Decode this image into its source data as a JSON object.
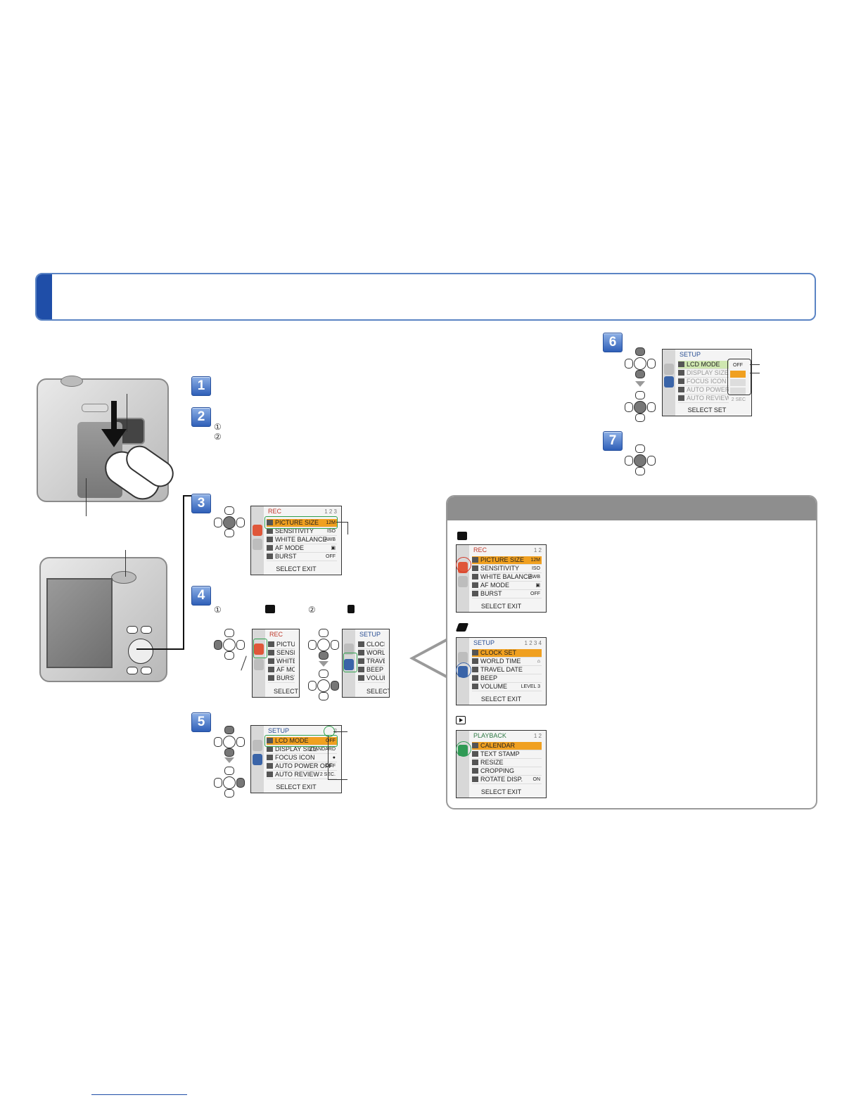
{
  "steps": [
    "1",
    "2",
    "3",
    "4",
    "5",
    "6",
    "7"
  ],
  "circled": [
    "①",
    "②"
  ],
  "rec_menu": {
    "header": "REC",
    "page": "1 2 3",
    "items": [
      {
        "label": "PICTURE SIZE",
        "value": "12M"
      },
      {
        "label": "SENSITIVITY",
        "value": "ISO"
      },
      {
        "label": "WHITE BALANCE",
        "value": "AWB"
      },
      {
        "label": "AF MODE",
        "value": "▣"
      },
      {
        "label": "BURST",
        "value": "OFF"
      }
    ],
    "footer": "SELECT  EXIT"
  },
  "rec_menu_cropped": {
    "header": "REC",
    "items": [
      "PICTUR",
      "SENSIT",
      "WHITE",
      "AF MO",
      "BURST"
    ],
    "footer": "SELECT"
  },
  "setup_menu_cropped": {
    "header": "SETUP",
    "items": [
      "CLOCK",
      "WORLD",
      "TRAVEL",
      "BEEP",
      "VOLUM"
    ],
    "footer": "SELECT"
  },
  "setup_menu_p2": {
    "header": "SETUP",
    "page": "2",
    "items": [
      {
        "label": "LCD MODE",
        "value": "OFF"
      },
      {
        "label": "DISPLAY SIZE",
        "value": "STANDARD"
      },
      {
        "label": "FOCUS ICON",
        "value": "●"
      },
      {
        "label": "AUTO POWER OFF",
        "value": "OFF"
      },
      {
        "label": "AUTO REVIEW",
        "value": "2 SEC."
      }
    ],
    "footer": "SELECT  EXIT"
  },
  "setup_menu_step6": {
    "header": "SETUP",
    "items": [
      "LCD MODE",
      "DISPLAY SIZE",
      "FOCUS ICON",
      "AUTO POWER O",
      "AUTO REVIEW"
    ],
    "options": [
      "OFF",
      "",
      "",
      ""
    ],
    "review_value": "2 SEC",
    "footer": "SELECT  SET"
  },
  "panel": {
    "rec": {
      "header": "REC",
      "page": "1 2",
      "items": [
        {
          "label": "PICTURE SIZE",
          "value": "12M"
        },
        {
          "label": "SENSITIVITY",
          "value": "ISO"
        },
        {
          "label": "WHITE BALANCE",
          "value": "AWB"
        },
        {
          "label": "AF MODE",
          "value": "▣"
        },
        {
          "label": "BURST",
          "value": "OFF"
        }
      ],
      "footer": "SELECT  EXIT"
    },
    "setup": {
      "header": "SETUP",
      "page": "1 2 3 4",
      "items": [
        {
          "label": "CLOCK SET",
          "value": ""
        },
        {
          "label": "WORLD TIME",
          "value": "⌂"
        },
        {
          "label": "TRAVEL DATE",
          "value": ""
        },
        {
          "label": "BEEP",
          "value": ""
        },
        {
          "label": "VOLUME",
          "value": "LEVEL 3"
        }
      ],
      "footer": "SELECT  EXIT"
    },
    "playback": {
      "header": "PLAYBACK",
      "page": "1 2",
      "items": [
        {
          "label": "CALENDAR",
          "value": ""
        },
        {
          "label": "TEXT STAMP",
          "value": ""
        },
        {
          "label": "RESIZE",
          "value": ""
        },
        {
          "label": "CROPPING",
          "value": ""
        },
        {
          "label": "ROTATE DISP.",
          "value": "ON"
        }
      ],
      "footer": "SELECT  EXIT"
    }
  },
  "colors": {
    "accent": "#1f4ea8",
    "highlight": "#f0a020",
    "green_box": "#2fa04d",
    "panel_grey": "#8e8e8e"
  }
}
